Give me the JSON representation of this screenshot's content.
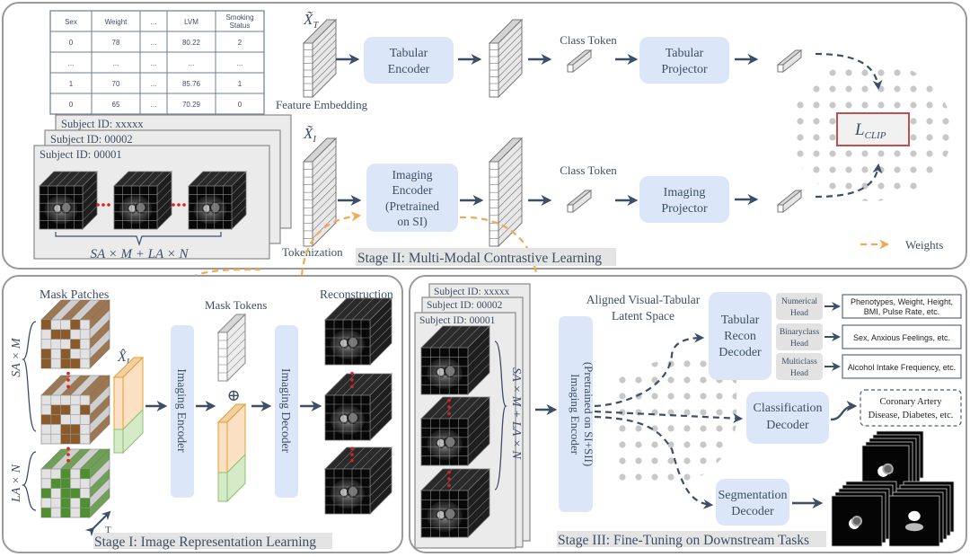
{
  "colors": {
    "module_fill": "#dbe7f8",
    "text": "#3d4f66",
    "weights_arrow": "#f5a850",
    "loss_border": "#c0504d",
    "sa_mask": "#8b5a2b",
    "la_mask": "#5a9a3a"
  },
  "table": {
    "headers": [
      "Sex",
      "Weight",
      "...",
      "LVM",
      "Smoking Status"
    ],
    "rows": [
      [
        "0",
        "78",
        "...",
        "80.22",
        "2"
      ],
      [
        "...",
        "...",
        "...",
        "...",
        "..."
      ],
      [
        "1",
        "70",
        "...",
        "85.76",
        "1"
      ],
      [
        "0",
        "65",
        "...",
        "70.29",
        "0"
      ]
    ]
  },
  "stage2": {
    "title": "Stage II: Multi-Modal Contrastive Learning",
    "xt_label": "X̃",
    "xt_sub": "T",
    "xi_label": "X̃",
    "xi_sub": "I",
    "feature_embedding": "Feature Embedding",
    "tokenization": "Tokenization",
    "tabular_encoder": [
      "Tabular",
      "Encoder"
    ],
    "imaging_encoder": [
      "Imaging",
      "Encoder",
      "(Pretrained",
      "on SI)"
    ],
    "class_token_top": "Class Token",
    "class_token_bottom": "Class Token",
    "tabular_projector": [
      "Tabular",
      "Projector"
    ],
    "imaging_projector": [
      "Imaging",
      "Projector"
    ],
    "loss_main": "L",
    "loss_sub": "CLIP",
    "subjects": [
      "Subject ID: xxxxx",
      "Subject ID: 00002",
      "Subject ID: 00001"
    ],
    "formula": "SA × M + LA × N",
    "legend_weights": "Weights"
  },
  "stage1": {
    "title": "Stage I: Image Representation Learning",
    "mask_patches": "Mask Patches",
    "sa_label": "SA × M",
    "la_label": "LA × N",
    "xhat_label": "X̂",
    "xhat_sub": "I",
    "imaging_encoder": "Imaging Encoder",
    "mask_tokens": "Mask Tokens",
    "oplus": "⊕",
    "imaging_decoder": "Imaging Decoder",
    "reconstruction": "Reconstruction",
    "t_label": "T"
  },
  "stage3": {
    "title": "Stage III: Fine-Tuning on Downstream Tasks",
    "subjects": [
      "Subject ID: xxxxx",
      "Subject ID: 00002",
      "Subject ID: 00001"
    ],
    "formula": "SA × M + LA × N",
    "imaging_encoder": [
      "Imaging Encoder",
      "(Pretrained on SI+SII)"
    ],
    "latent_space": [
      "Aligned Visual-Tabular",
      "Latent Space"
    ],
    "tabular_recon_decoder": [
      "Tabular",
      "Recon",
      "Decoder"
    ],
    "heads": [
      {
        "name": [
          "Numerical",
          "Head"
        ],
        "output": [
          "Phenotypes, Weight, Height,",
          "BMI, Pulse Rate, etc."
        ]
      },
      {
        "name": [
          "Binaryclass",
          "Head"
        ],
        "output": [
          "Sex, Anxious Feelings, etc."
        ]
      },
      {
        "name": [
          "Multiclass",
          "Head"
        ],
        "output": [
          "Alcohol Intake Frequency, etc."
        ]
      }
    ],
    "classification_decoder": [
      "Classification",
      "Decoder"
    ],
    "classification_output": [
      "Coronary Artery",
      "Disease, Diabetes, etc."
    ],
    "segmentation_decoder": [
      "Segmentation",
      "Decoder"
    ]
  }
}
